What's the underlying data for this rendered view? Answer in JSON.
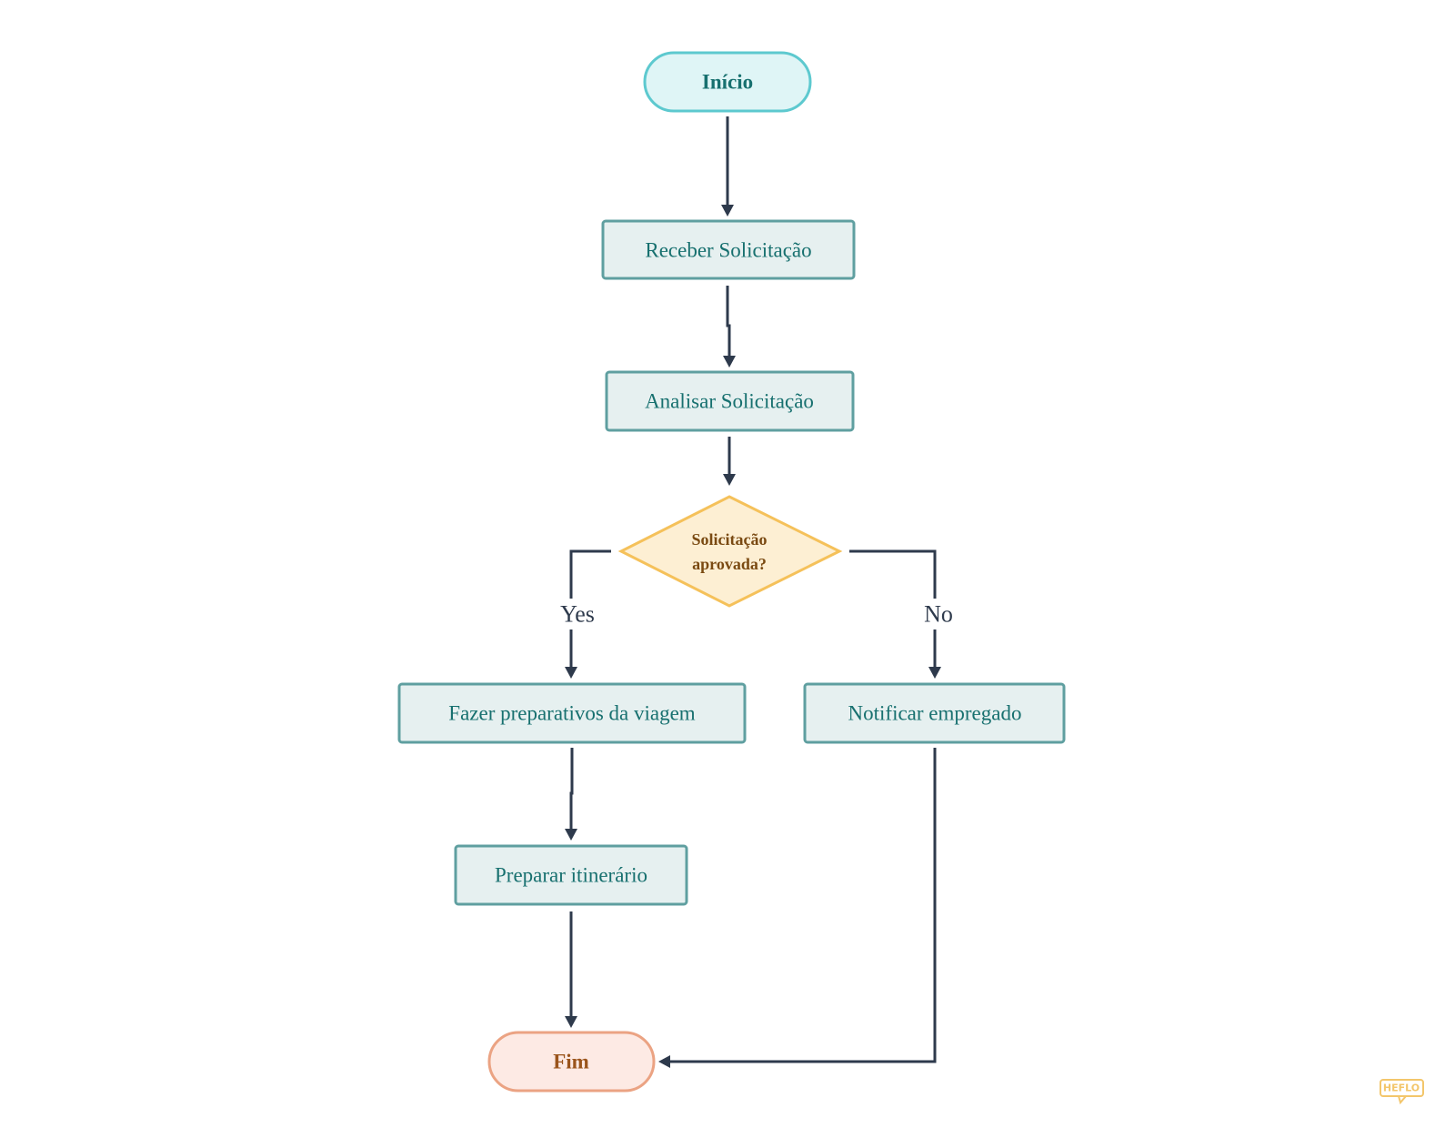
{
  "diagram": {
    "nodes": {
      "inicio": {
        "label": "Início",
        "kind": "start"
      },
      "receber": {
        "label": "Receber Solicitação",
        "kind": "task"
      },
      "analisar": {
        "label": "Analisar Solicitação",
        "kind": "task"
      },
      "decisao": {
        "line1": "Solicitação",
        "line2": "aprovada?",
        "kind": "decision"
      },
      "preparativos": {
        "label": "Fazer preparativos da viagem",
        "kind": "task"
      },
      "notificar": {
        "label": "Notificar empregado",
        "kind": "task"
      },
      "itinerario": {
        "label": "Preparar itinerário",
        "kind": "task"
      },
      "fim": {
        "label": "Fim",
        "kind": "end"
      }
    },
    "edges": [
      {
        "from": "inicio",
        "to": "receber",
        "label": ""
      },
      {
        "from": "receber",
        "to": "analisar",
        "label": ""
      },
      {
        "from": "analisar",
        "to": "decisao",
        "label": ""
      },
      {
        "from": "decisao",
        "to": "preparativos",
        "label": "Yes"
      },
      {
        "from": "decisao",
        "to": "notificar",
        "label": "No"
      },
      {
        "from": "preparativos",
        "to": "itinerario",
        "label": ""
      },
      {
        "from": "itinerario",
        "to": "fim",
        "label": ""
      },
      {
        "from": "notificar",
        "to": "fim",
        "label": ""
      }
    ],
    "edge_labels": {
      "yes": "Yes",
      "no": "No"
    }
  },
  "watermark": {
    "text": "HEFLO"
  },
  "colors": {
    "start_fill": "#dff5f6",
    "start_stroke": "#5dc9cf",
    "task_fill": "#e6f0f0",
    "task_stroke": "#5f9fa0",
    "decision_fill": "#fdefd3",
    "decision_stroke": "#f5c15a",
    "end_fill": "#fdeae4",
    "end_stroke": "#eba383",
    "edge": "#2e3a4c"
  }
}
